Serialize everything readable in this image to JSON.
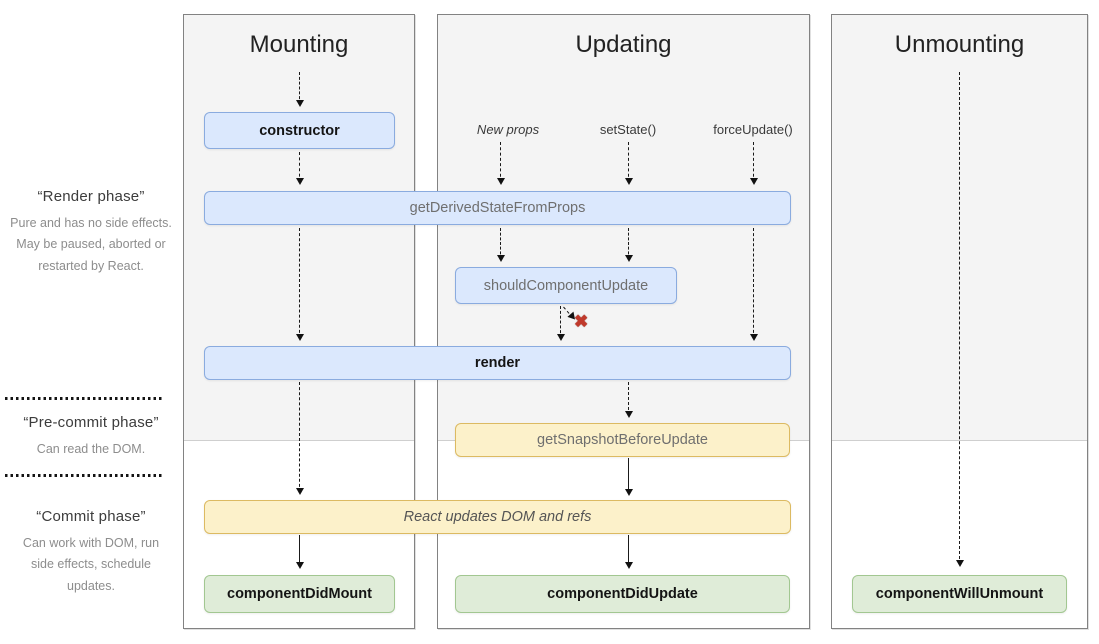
{
  "sidebar": {
    "phases": [
      {
        "title": "“Render phase”",
        "description": "Pure and has no side effects. May be paused, aborted or restarted by React."
      },
      {
        "title": "“Pre-commit phase”",
        "description": "Can read the DOM."
      },
      {
        "title": "“Commit phase”",
        "description": "Can work with DOM, run side effects, schedule updates."
      }
    ]
  },
  "columns": [
    {
      "title": "Mounting"
    },
    {
      "title": "Updating"
    },
    {
      "title": "Unmounting"
    }
  ],
  "triggers": [
    {
      "label": "New props"
    },
    {
      "label": "setState()"
    },
    {
      "label": "forceUpdate()"
    }
  ],
  "nodes": {
    "constructor": "constructor",
    "get_derived_state_from_props": "getDerivedStateFromProps",
    "should_component_update": "shouldComponentUpdate",
    "render": "render",
    "get_snapshot_before_update": "getSnapshotBeforeUpdate",
    "react_updates_dom": "React updates DOM and refs",
    "component_did_mount": "componentDidMount",
    "component_did_update": "componentDidUpdate",
    "component_will_unmount": "componentWillUnmount"
  },
  "icons": {
    "cancel_icon": "✖"
  },
  "colors": {
    "blue_fill": "#dbe8fd",
    "blue_border": "#8aabdf",
    "yellow_fill": "#fcf1ca",
    "yellow_border": "#dcba62",
    "green_fill": "#dfecd8",
    "green_border": "#a2c791",
    "cancel_red": "#c0392b",
    "shade_bg": "#f4f4f4",
    "column_border": "#828282"
  }
}
